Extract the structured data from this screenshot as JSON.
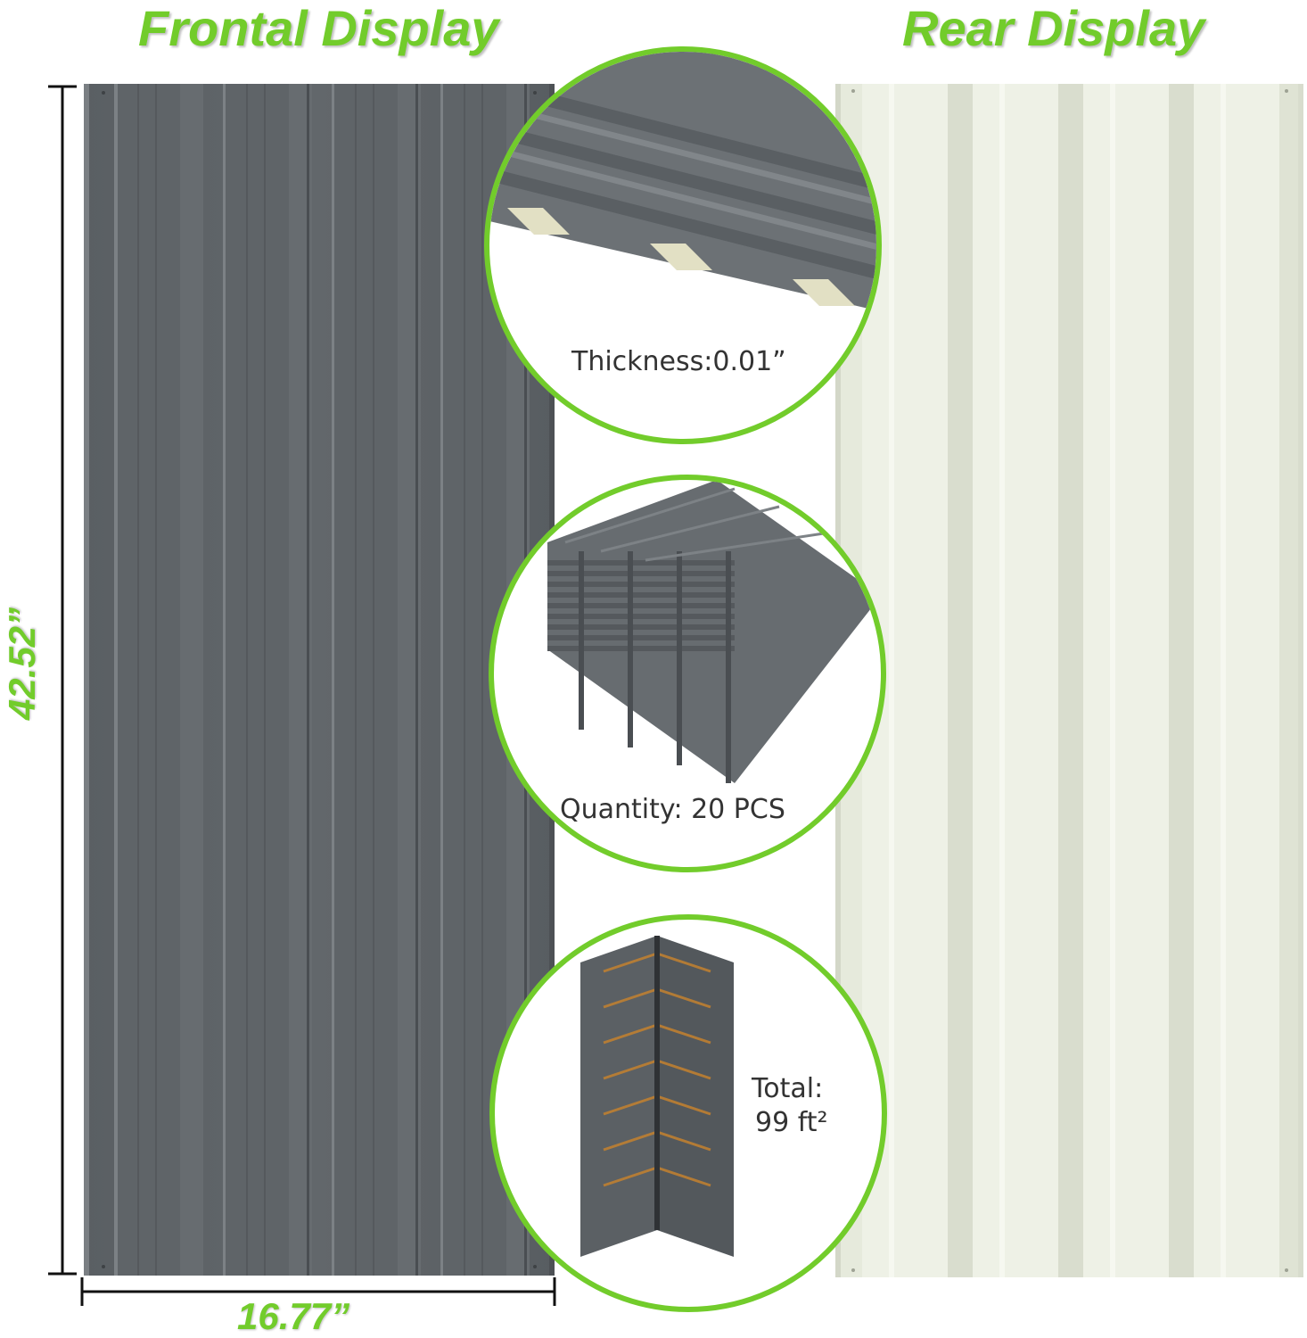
{
  "headings": {
    "frontal": "Frontal Display",
    "rear": "Rear Display"
  },
  "dimensions": {
    "height": "42.52”",
    "width": "16.77”"
  },
  "callouts": {
    "thickness": "Thickness:0.01”",
    "quantity": "Quantity: 20 PCS",
    "total_line1": "Total:",
    "total_line2": "99 ft²"
  },
  "colors": {
    "accent_green": "#72cc2b",
    "front_panel_gray": "#5e6367",
    "rear_panel_cream": "#e9ece0",
    "callout_text": "#333333"
  }
}
